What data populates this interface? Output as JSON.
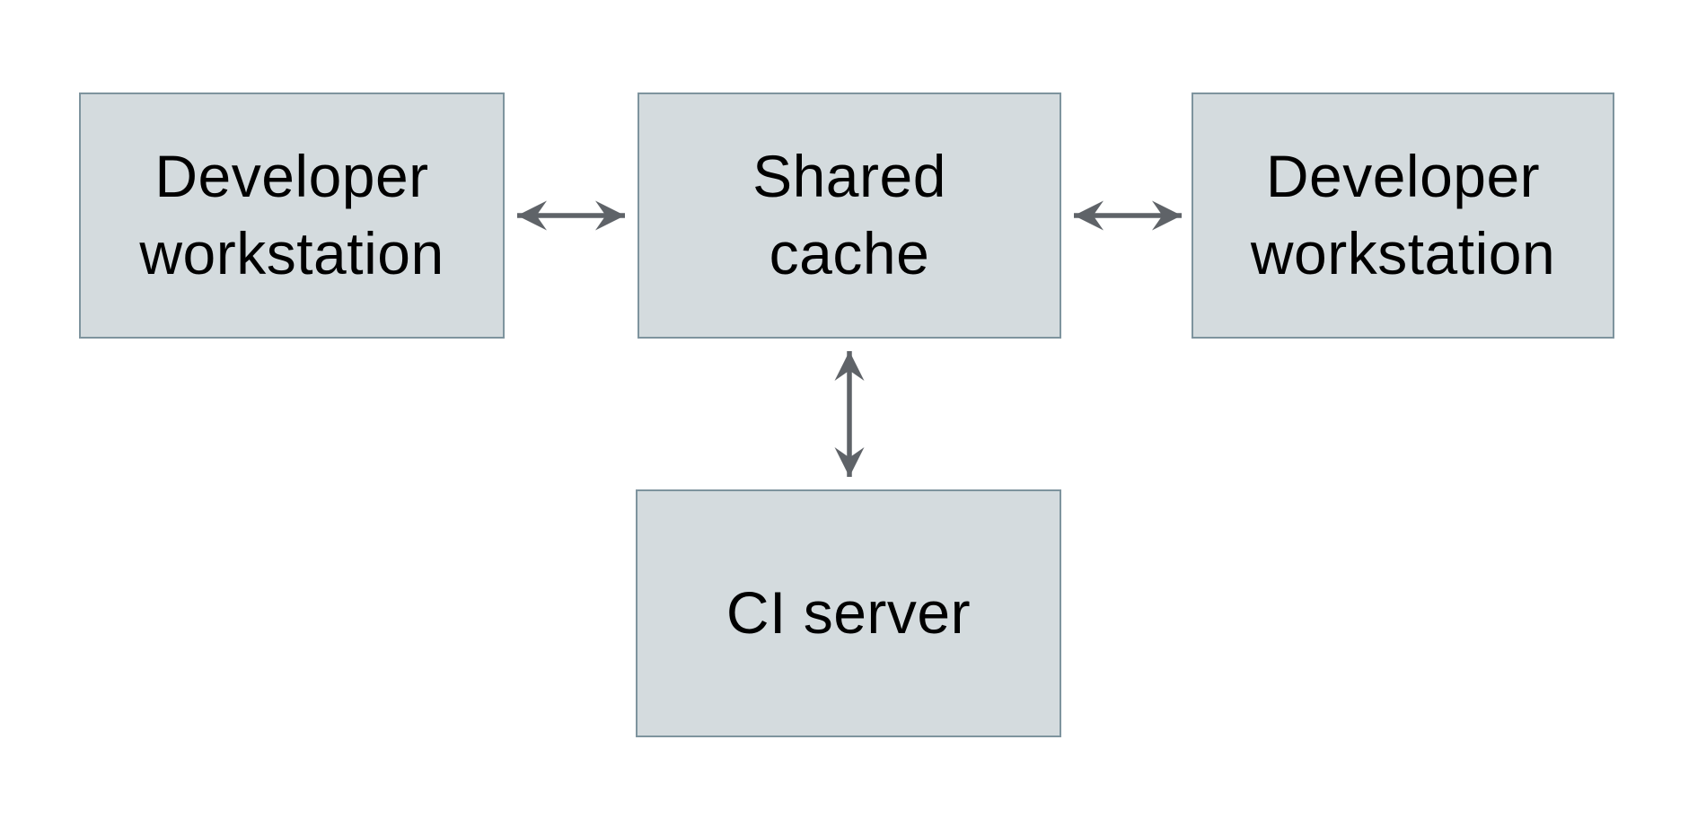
{
  "diagram": {
    "type": "architecture-diagram",
    "nodes": [
      {
        "id": "developer-workstation-left",
        "label": "Developer\nworkstation"
      },
      {
        "id": "shared-cache",
        "label": "Shared\ncache"
      },
      {
        "id": "developer-workstation-right",
        "label": "Developer\nworkstation"
      },
      {
        "id": "ci-server",
        "label": "CI server"
      }
    ],
    "edges": [
      {
        "from": "developer-workstation-left",
        "to": "shared-cache",
        "direction": "bidirectional",
        "orientation": "horizontal"
      },
      {
        "from": "shared-cache",
        "to": "developer-workstation-right",
        "direction": "bidirectional",
        "orientation": "horizontal"
      },
      {
        "from": "shared-cache",
        "to": "ci-server",
        "direction": "bidirectional",
        "orientation": "vertical"
      }
    ],
    "colors": {
      "background": "#ffffff",
      "node_fill": "#d4dbde",
      "node_border": "#7e949e",
      "arrow": "#5f6368",
      "text": "#000000"
    }
  }
}
